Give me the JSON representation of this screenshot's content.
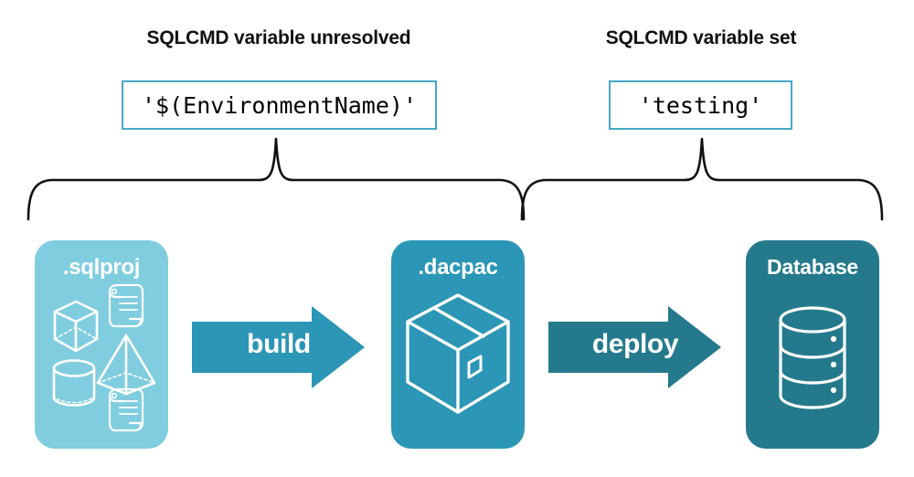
{
  "diagram": {
    "title_hint": "SQLCMD variable resolution across build and deploy",
    "background_color": "#ffffff"
  },
  "headers": {
    "left": "SQLCMD variable unresolved",
    "right": "SQLCMD variable set"
  },
  "value_boxes": {
    "left": {
      "value": "'$(EnvironmentName)'",
      "border_color": "#45a8c6",
      "text_color": "#000000"
    },
    "right": {
      "value": "'testing'",
      "border_color": "#45a8c6",
      "text_color": "#000000"
    }
  },
  "braces": {
    "left": {
      "name": "brace-build-scope",
      "color": "#000000"
    },
    "right": {
      "name": "brace-deploy-scope",
      "color": "#000000"
    }
  },
  "stages": [
    {
      "id": "sqlproj",
      "caption": ".sqlproj",
      "fill": "#80cde0",
      "text_color": "#ffffff",
      "icons": [
        "cube-icon",
        "scroll-icon",
        "pyramid-icon",
        "cylinder-icon",
        "scroll-icon"
      ]
    },
    {
      "id": "dacpac",
      "caption": ".dacpac",
      "fill": "#2b96b5",
      "text_color": "#ffffff",
      "icons": [
        "package-box-icon"
      ]
    },
    {
      "id": "database",
      "caption": "Database",
      "fill": "#247a8c",
      "text_color": "#ffffff",
      "icons": [
        "database-cylinder-icon"
      ]
    }
  ],
  "arrows": [
    {
      "id": "build",
      "label": "build",
      "fill": "#2b96b5",
      "text_color": "#ffffff",
      "direction": "right"
    },
    {
      "id": "deploy",
      "label": "deploy",
      "fill": "#247a8c",
      "text_color": "#ffffff",
      "direction": "right"
    }
  ],
  "colors": {
    "light_teal": "#80cde0",
    "mid_teal": "#2b96b5",
    "dark_teal": "#247a8c",
    "border_teal": "#45a8c6",
    "text_black": "#101010",
    "white": "#ffffff"
  }
}
